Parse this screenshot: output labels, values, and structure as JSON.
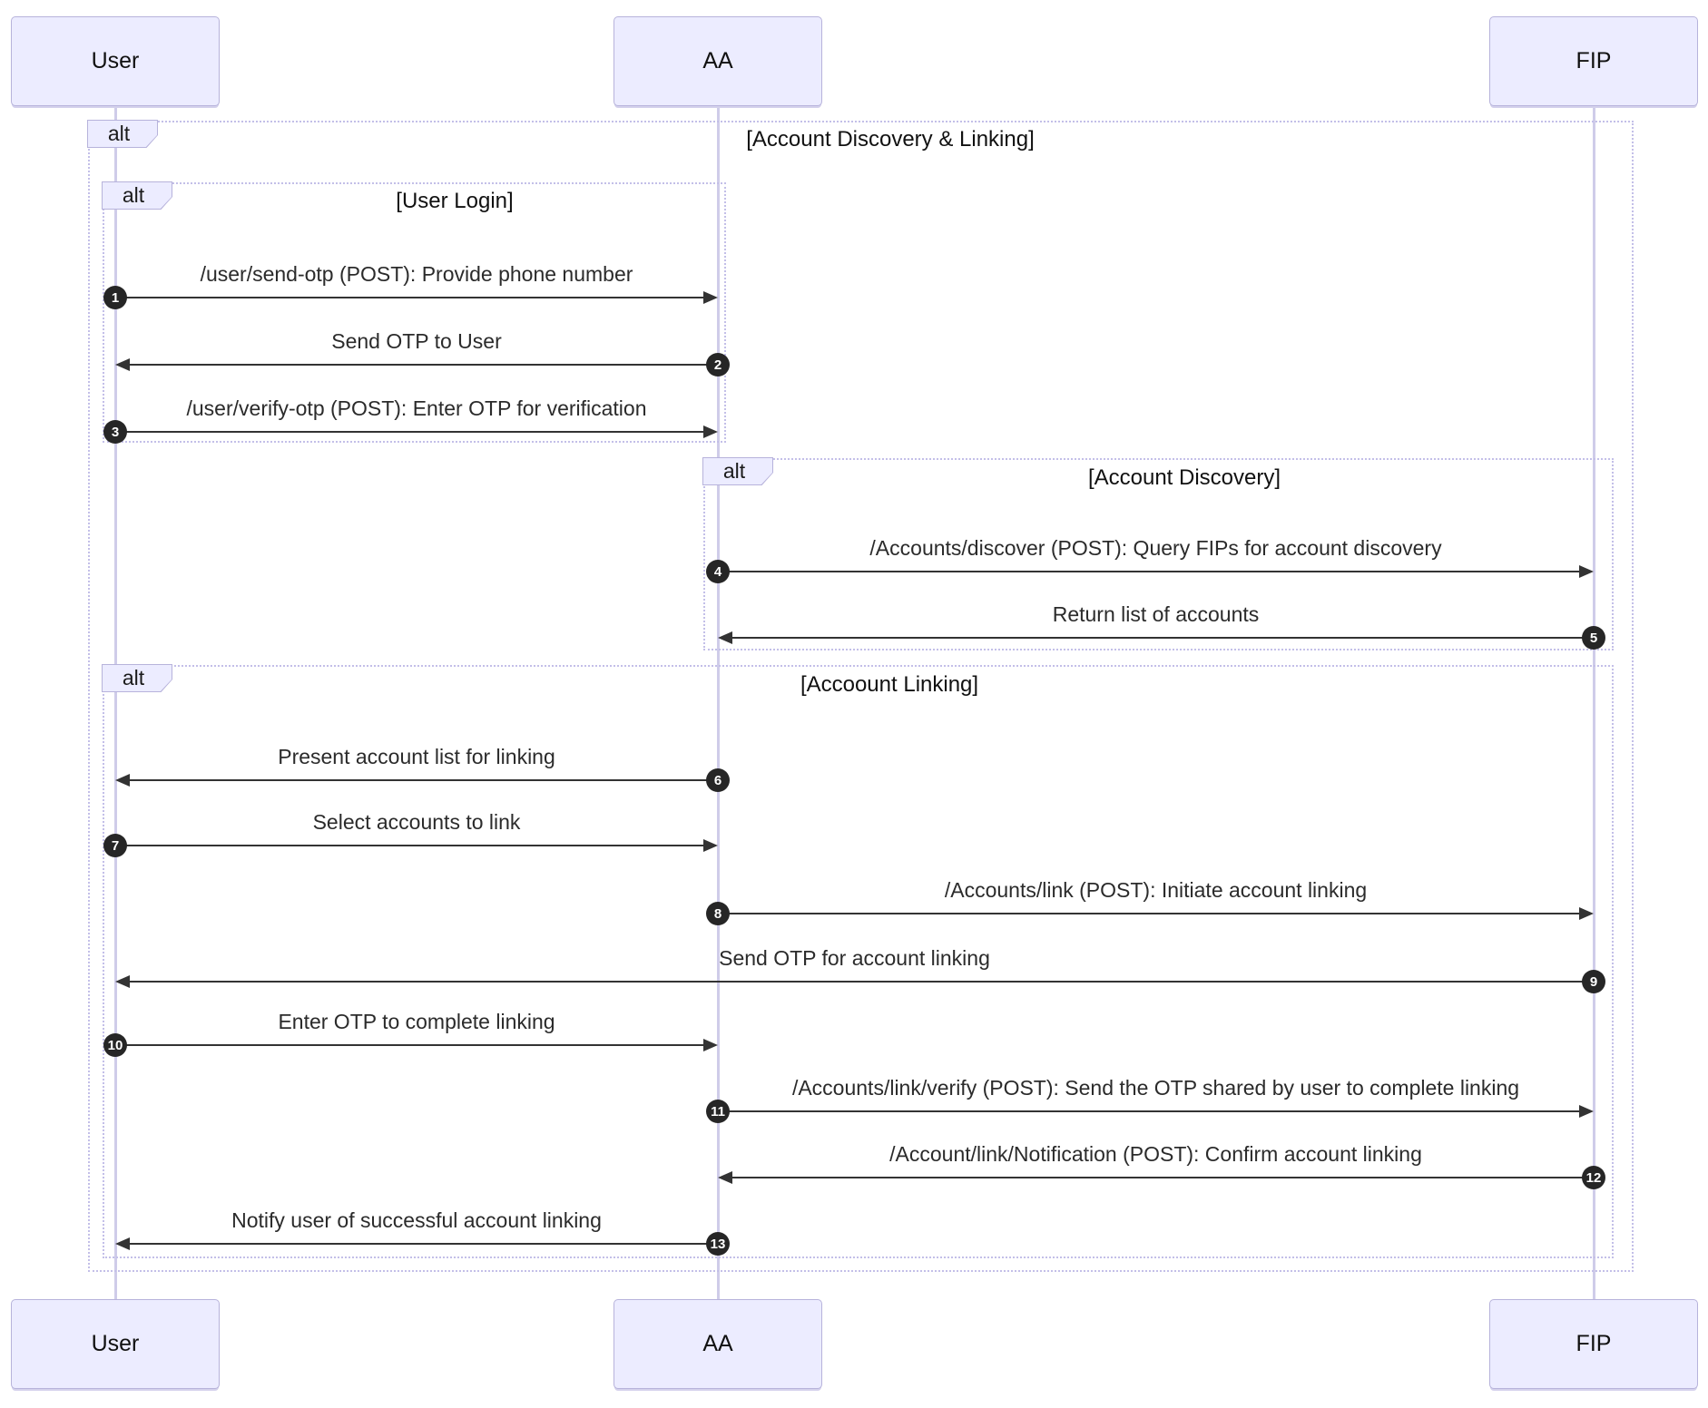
{
  "diagram_type": "sequence",
  "participants": [
    {
      "id": "user",
      "label": "User"
    },
    {
      "id": "aa",
      "label": "AA"
    },
    {
      "id": "fip",
      "label": "FIP"
    }
  ],
  "frames": [
    {
      "keyword": "alt",
      "condition": "[Account Discovery & Linking]"
    },
    {
      "keyword": "alt",
      "condition": "[User Login]"
    },
    {
      "keyword": "alt",
      "condition": "[Account Discovery]"
    },
    {
      "keyword": "alt",
      "condition": "[Accoount Linking]"
    }
  ],
  "messages": [
    {
      "num": "1",
      "from": "user",
      "to": "aa",
      "text": "/user/send-otp (POST): Provide phone number"
    },
    {
      "num": "2",
      "from": "aa",
      "to": "user",
      "text": "Send OTP to User"
    },
    {
      "num": "3",
      "from": "user",
      "to": "aa",
      "text": "/user/verify-otp (POST): Enter OTP for verification"
    },
    {
      "num": "4",
      "from": "aa",
      "to": "fip",
      "text": "/Accounts/discover (POST): Query FIPs for account discovery"
    },
    {
      "num": "5",
      "from": "fip",
      "to": "aa",
      "text": "Return list of accounts"
    },
    {
      "num": "6",
      "from": "aa",
      "to": "user",
      "text": "Present account list for linking"
    },
    {
      "num": "7",
      "from": "user",
      "to": "aa",
      "text": "Select accounts to link"
    },
    {
      "num": "8",
      "from": "aa",
      "to": "fip",
      "text": "/Accounts/link (POST): Initiate account linking"
    },
    {
      "num": "9",
      "from": "fip",
      "to": "user",
      "text": "Send OTP for account linking"
    },
    {
      "num": "10",
      "from": "user",
      "to": "aa",
      "text": "Enter OTP to complete linking"
    },
    {
      "num": "11",
      "from": "aa",
      "to": "fip",
      "text": "/Accounts/link/verify (POST): Send the OTP shared by user to complete linking"
    },
    {
      "num": "12",
      "from": "fip",
      "to": "aa",
      "text": "/Account/link/Notification (POST): Confirm account linking"
    },
    {
      "num": "13",
      "from": "aa",
      "to": "user",
      "text": "Notify user of successful account linking"
    }
  ],
  "colors": {
    "actor_fill": "#ECECFF",
    "actor_border": "#b7b3db",
    "frame_border": "#c3bfe8",
    "lifeline": "#cfcce9",
    "arrow": "#333333",
    "badge_bg": "#262626",
    "badge_text": "#ffffff",
    "message_text": "#2b2b2b"
  }
}
